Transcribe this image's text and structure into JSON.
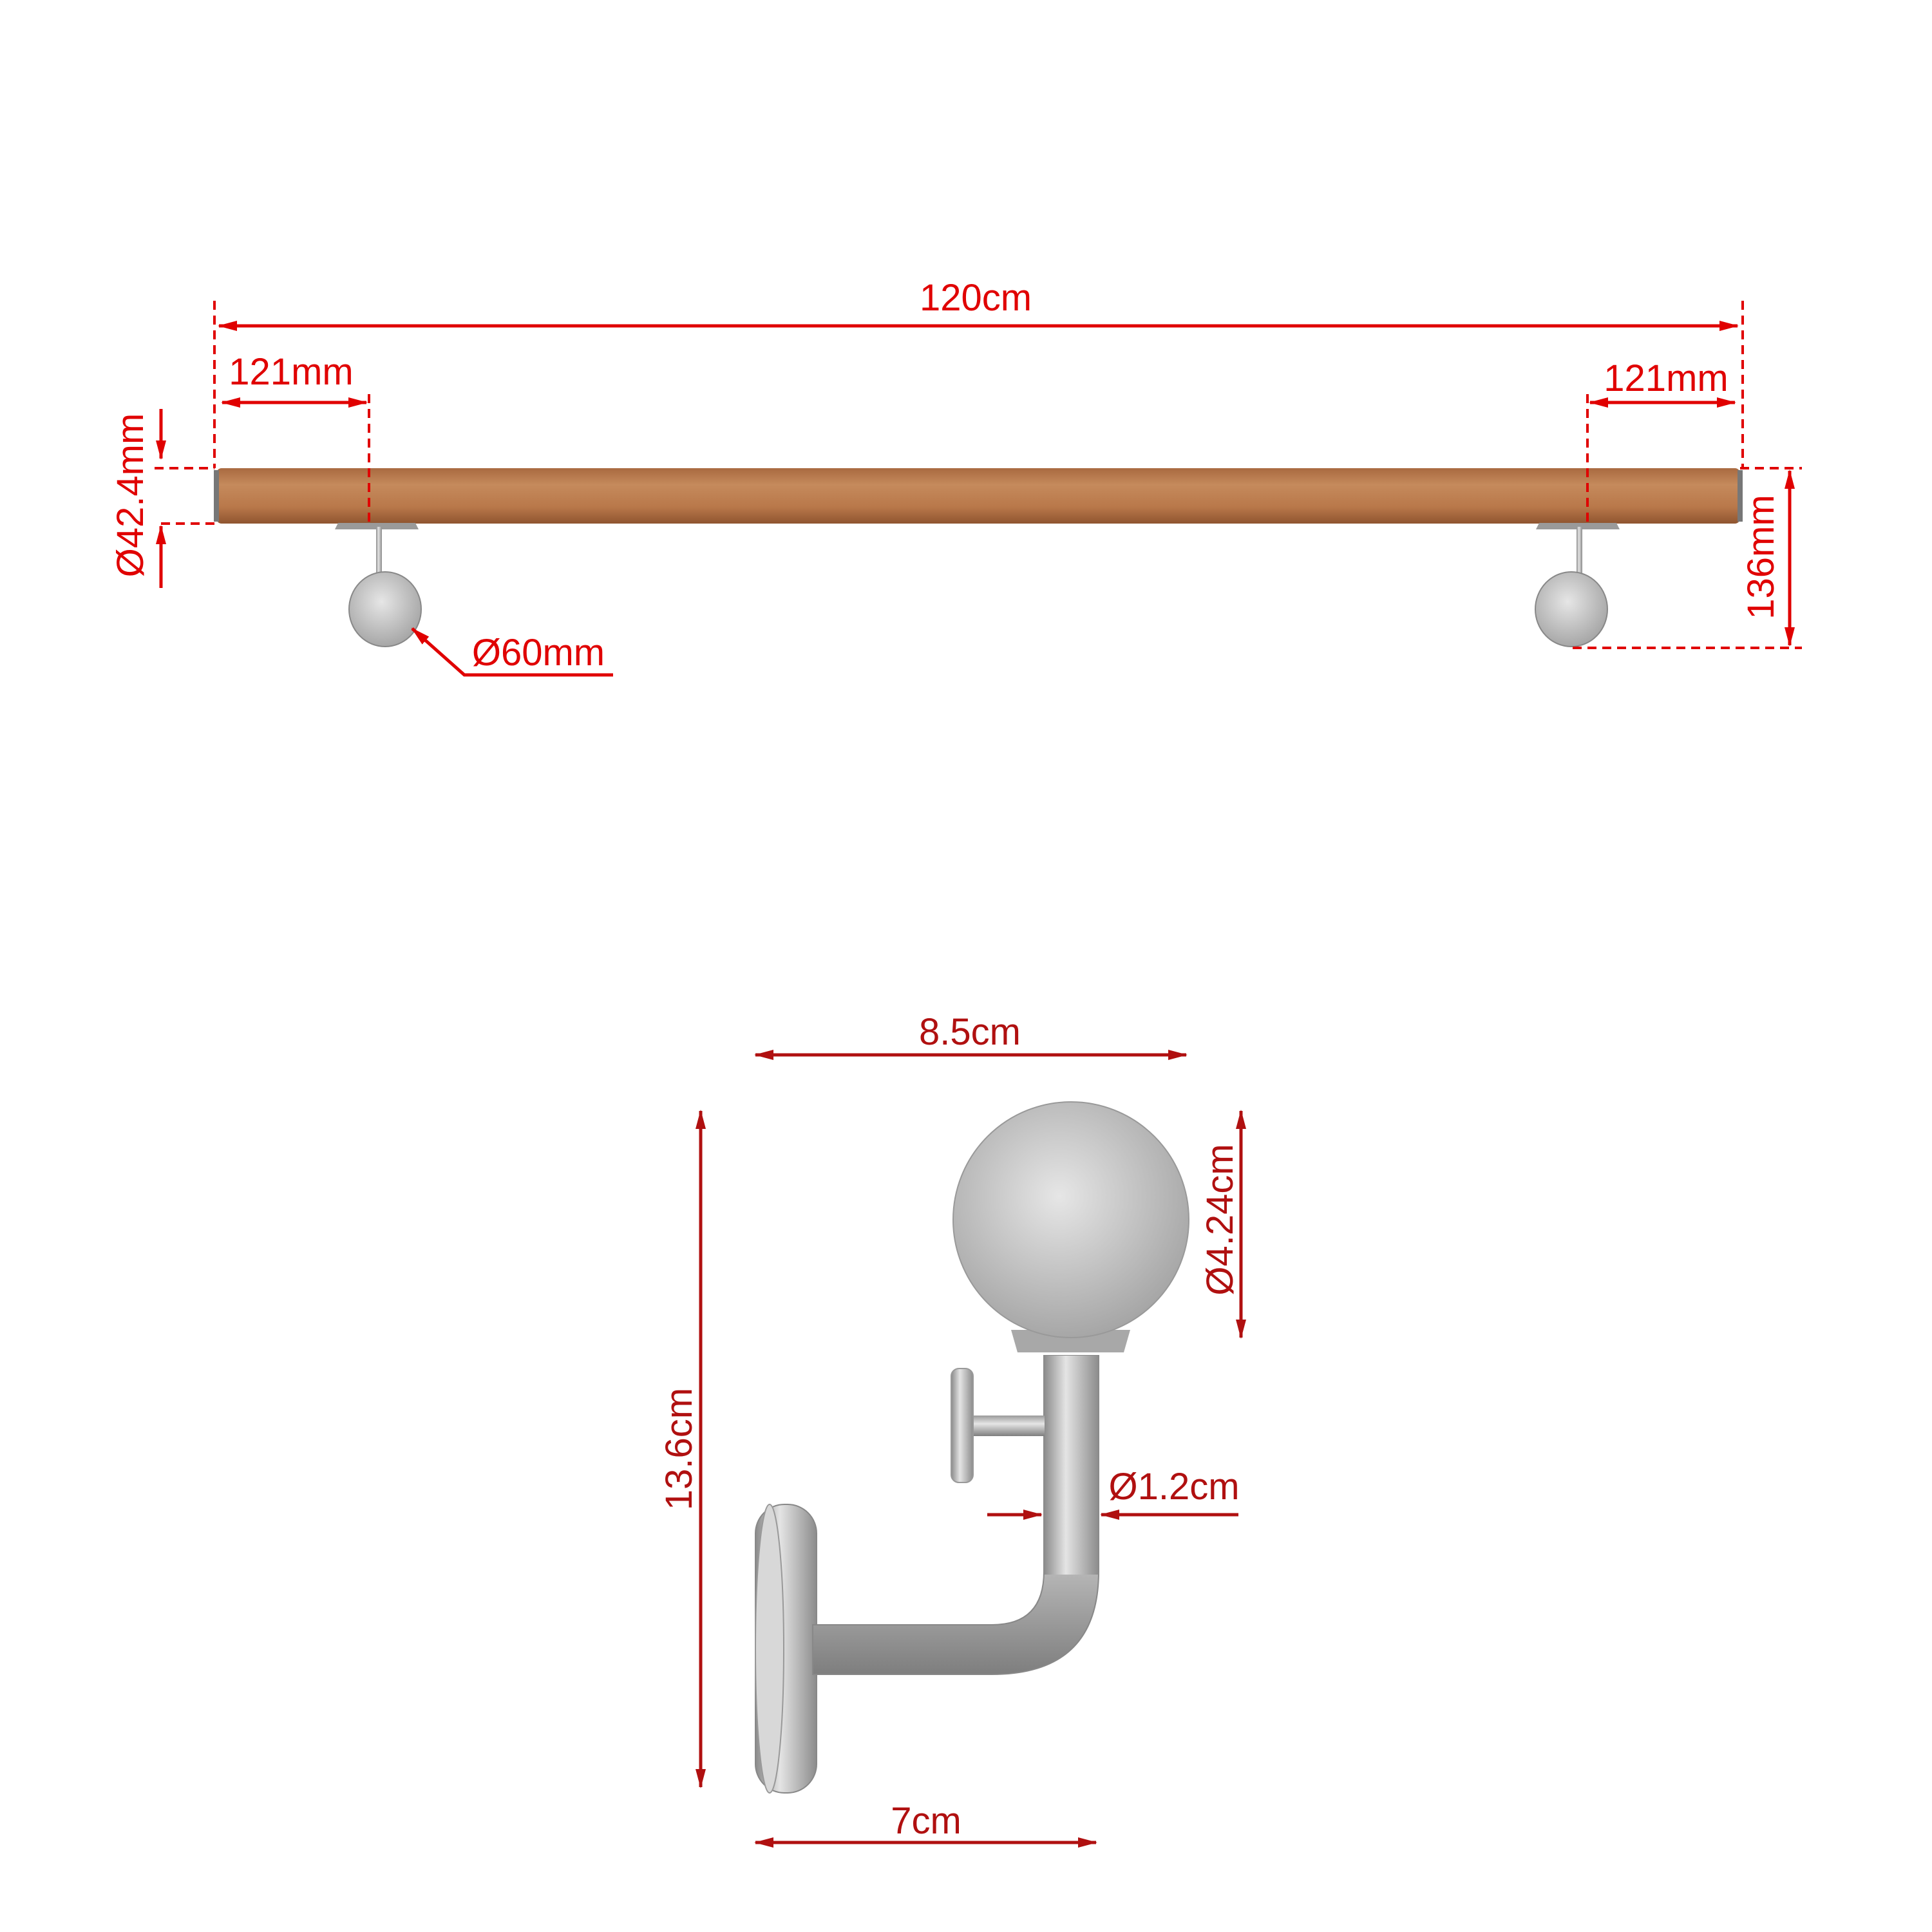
{
  "top_view": {
    "total_length": "120cm",
    "left_offset": "121mm",
    "right_offset": "121mm",
    "rail_diameter": "Ø42.4mm",
    "base_diameter": "Ø60mm",
    "bracket_height": "136mm"
  },
  "bracket_view": {
    "width": "8.5cm",
    "height": "13.6cm",
    "depth": "7cm",
    "saddle_diameter": "Ø4.24cm",
    "rod_diameter": "Ø1.2cm"
  },
  "colors": {
    "dimension_red": "#e00000",
    "dimension_dark_red": "#b01010",
    "wood": "#b9784a",
    "steel": "#b8b8b8"
  }
}
